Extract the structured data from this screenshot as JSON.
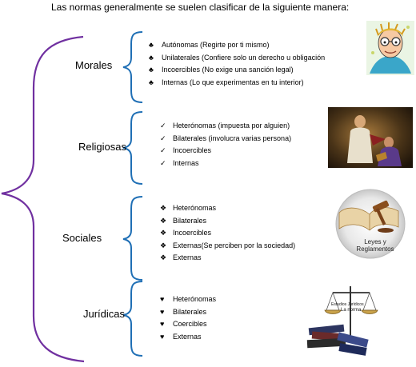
{
  "title": "Las normas generalmente se suelen clasificar de la siguiente manera:",
  "colors": {
    "main_brace": "#7030a0",
    "sub_brace": "#1f6fb5"
  },
  "categories": [
    {
      "label": "Morales",
      "bullet_icon": "club-icon",
      "bullet": "♣",
      "items": [
        "Autónomas (Regirte por ti mismo)",
        "Unilaterales (Confiere solo un derecho u obligación",
        "Incoercibles (No exige una sanción legal)",
        "Internas (Lo que experimentas en tu interior)"
      ]
    },
    {
      "label": "Religiosas",
      "bullet_icon": "check-icon",
      "bullet": "✓",
      "items": [
        "Heterónomas (impuesta por alguien)",
        "Bilaterales (involucra varias persona)",
        "Incoercibles",
        "Internas"
      ]
    },
    {
      "label": "Sociales",
      "bullet_icon": "diamond-icon",
      "bullet": "❖",
      "items": [
        "Heterónomas",
        "Bilaterales",
        "Incoercibles",
        "Externas(Se perciben por la sociedad)",
        "Externas"
      ]
    },
    {
      "label": "Jurídicas",
      "bullet_icon": "heart-icon",
      "bullet": "♥",
      "items": [
        "Heterónomas",
        "Bilaterales",
        "Coercibles",
        "Externas"
      ]
    }
  ],
  "images": {
    "sociales_caption": "Leyes y Reglamentos",
    "juridicas_label_top": "Estudios Jurídicos",
    "juridicas_label_main": "La norma"
  }
}
